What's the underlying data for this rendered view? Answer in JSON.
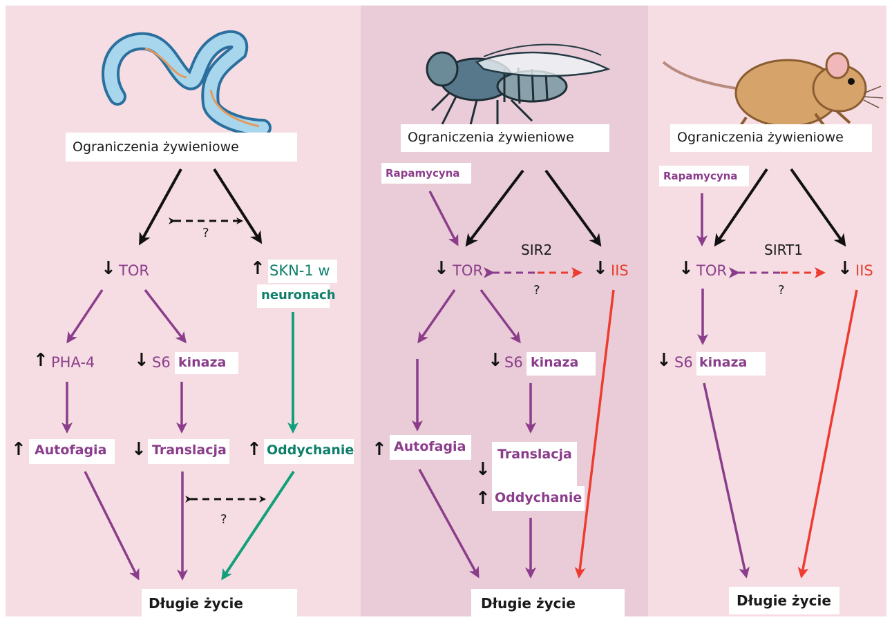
{
  "colors": {
    "panel_bg": "#f5dde3",
    "panel_mid_bg": "#e9ccd7",
    "black": "#1a1a1a",
    "purple": "#8b3d8b",
    "green": "#12a07c",
    "red": "#ee3b2f"
  },
  "worm": {
    "organism_icon": "worm-illustration",
    "diet": "Ograniczenia żywieniowe",
    "tor": "TOR",
    "skn1": "SKN-1 w",
    "skn1_line2": "neuronach",
    "question_top": "?",
    "pha4": "PHA-4",
    "s6_prefix": "S6",
    "s6_kinase": "kinaza",
    "autophagy": "Autofagia",
    "translation": "Translacja",
    "respiration": "Oddychanie",
    "question_bottom": "?",
    "longevity": "Długie  życie"
  },
  "fly": {
    "organism_icon": "fly-illustration",
    "diet": "Ograniczenia żywieniowe",
    "rapamycin": "Rapamycyna",
    "tor": "TOR",
    "sir": "SIR2",
    "iis": "IIS",
    "question": "?",
    "s6_prefix": "S6",
    "s6_kinase": "kinaza",
    "autophagy": "Autofagia",
    "translation": "Translacja",
    "respiration": "Oddychanie",
    "longevity": "Długie życie"
  },
  "mouse": {
    "organism_icon": "mouse-illustration",
    "diet": "Ograniczenia żywieniowe",
    "rapamycin": "Rapamycyna",
    "tor": "TOR",
    "sirt": "SIRT1",
    "iis": "IIS",
    "question": "?",
    "s6_prefix": "S6",
    "s6_kinase": "kinaza",
    "longevity": "Długie życie"
  },
  "symbols": {
    "up": "↑",
    "down": "↓"
  }
}
